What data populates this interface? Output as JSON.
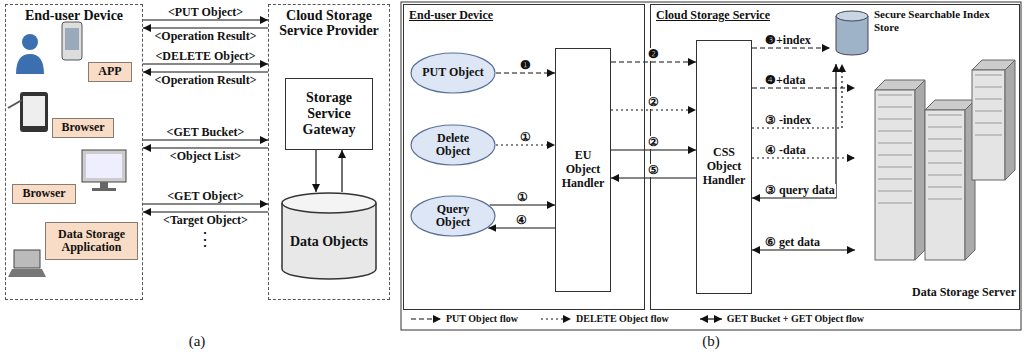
{
  "diagram": {
    "nodes": [
      {
        "text": [
          "End-user Device"
        ]
      },
      {
        "text": [
          "APP"
        ],
        "in": 0
      },
      {
        "text": [
          "Browser"
        ],
        "in": 0
      },
      {
        "text": [
          "Browser"
        ],
        "in": 0
      },
      {
        "text": [
          "Data Storage Application"
        ],
        "in": 0
      },
      {
        "text": [
          "Cloud Storage Service Provider"
        ]
      },
      {
        "text": [
          "Storage Service Gateway"
        ],
        "in": 5
      },
      {
        "text": [
          "Data Objects"
        ],
        "in": 5
      },
      {
        "text": [
          "End-user Device"
        ]
      },
      {
        "text": [
          "PUT Object"
        ],
        "in": 8
      },
      {
        "text": [
          "Delete Object"
        ],
        "in": 8
      },
      {
        "text": [
          "Query Object"
        ],
        "in": 8
      },
      {
        "text": [
          "EU Object Handler"
        ],
        "in": 8
      },
      {
        "text": [
          "Cloud Storage Service"
        ]
      },
      {
        "text": [
          "CSS Object Handler"
        ],
        "in": 13
      },
      {
        "text": [
          "Secure Searchable Index Store"
        ],
        "in": 13
      },
      {
        "text": [
          "Data Storage Server"
        ],
        "in": 13
      }
    ],
    "edges": [
      {
        "from": 0,
        "to": 5,
        "label": "<PUT Object>",
        "arrow": "to"
      },
      {
        "from": 5,
        "to": 0,
        "label": "<Operation Result>",
        "arrow": "to"
      },
      {
        "from": 0,
        "to": 5,
        "label": "<DELETE Object>",
        "arrow": "to"
      },
      {
        "from": 5,
        "to": 0,
        "label": "<Operation Result>",
        "arrow": "to"
      },
      {
        "from": 0,
        "to": 5,
        "label": "<GET Bucket>",
        "arrow": "to"
      },
      {
        "from": 5,
        "to": 0,
        "label": "<Object List>",
        "arrow": "to"
      },
      {
        "from": 0,
        "to": 5,
        "label": "<GET Object>",
        "arrow": "to"
      },
      {
        "from": 5,
        "to": 0,
        "label": "<Target Object>",
        "arrow": "to"
      },
      {
        "from": 6,
        "to": 7,
        "arrow": "to"
      },
      {
        "from": 7,
        "to": 6,
        "arrow": "to"
      },
      {
        "from": 9,
        "to": 12,
        "label": "❶",
        "arrow": "to"
      },
      {
        "from": 10,
        "to": 12,
        "label": "①",
        "arrow": "to"
      },
      {
        "from": 11,
        "to": 12,
        "label": "①",
        "arrow": "to"
      },
      {
        "from": 12,
        "to": 11,
        "label": "④",
        "arrow": "to"
      },
      {
        "from": 12,
        "to": 14,
        "label": "❷",
        "arrow": "to"
      },
      {
        "from": 12,
        "to": 14,
        "label": "②",
        "arrow": "to"
      },
      {
        "from": 12,
        "to": 14,
        "label": "②",
        "arrow": "to"
      },
      {
        "from": 14,
        "to": 12,
        "label": "⑤",
        "arrow": "to"
      },
      {
        "from": 14,
        "to": 15,
        "label": "❸+index",
        "arrow": "to"
      },
      {
        "from": 14,
        "to": 16,
        "label": "❹+data",
        "arrow": "to"
      },
      {
        "from": 14,
        "to": 15,
        "label": "③ -index",
        "arrow": "to"
      },
      {
        "from": 14,
        "to": 16,
        "label": "④ -data",
        "arrow": "to"
      },
      {
        "from": 14,
        "to": 15,
        "label": "③ query data",
        "arrow": "both"
      },
      {
        "from": 14,
        "to": 16,
        "label": "⑥ get data",
        "arrow": "both"
      }
    ],
    "labels": [
      "⋮",
      "(a)",
      "(b)"
    ],
    "legend": [
      {
        "text": "PUT Object flow"
      },
      {
        "text": "DELETE Object flow"
      },
      {
        "text": "GET Bucket + GET Object flow"
      }
    ]
  }
}
